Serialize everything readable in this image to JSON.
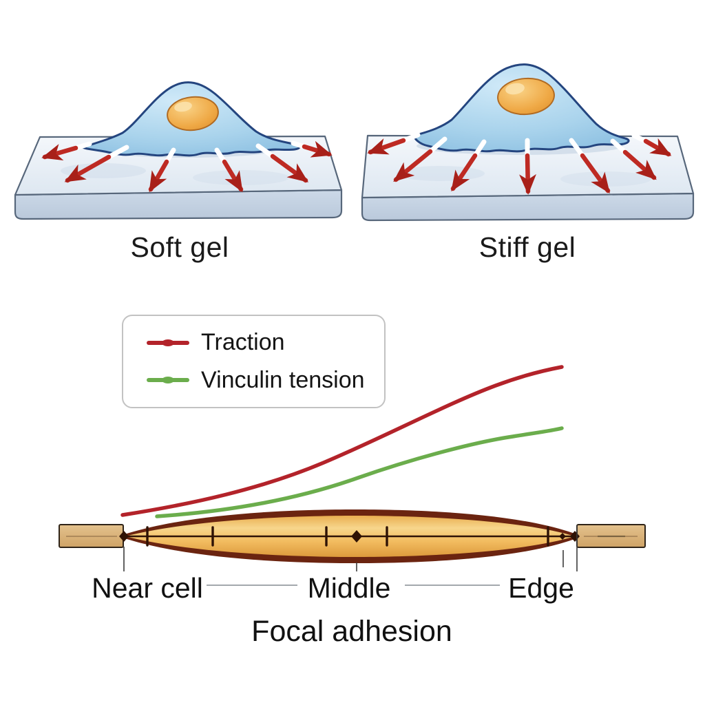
{
  "figure": {
    "panels": [
      {
        "label": "Soft gel",
        "arrow_count": 6
      },
      {
        "label": "Stiff gel",
        "arrow_count": 7
      }
    ],
    "legend": {
      "items": [
        {
          "label": "Traction",
          "color": "#b3232a"
        },
        {
          "label": "Vinculin tension",
          "color": "#6bad4c"
        }
      ]
    },
    "position_labels": {
      "near": "Near cell",
      "middle": "Middle",
      "edge": "Edge"
    },
    "title": "Focal adhesion",
    "colors": {
      "traction_red": "#b3232a",
      "vinculin_green": "#6bad4c",
      "arrow_red": "#be2a23",
      "cell_blue": "#a9d3ec",
      "cell_outline": "#27477e",
      "nucleus_orange": "#eda63f",
      "gel_top": "#ecf1f7",
      "gel_front": "#c6d3e2",
      "adhesion_gold": "#f3be62",
      "adhesion_dark": "#6b2410",
      "cap_tan": "#d9b07a"
    }
  },
  "chart_data": {
    "type": "line",
    "title": "",
    "categories": [
      "Near cell",
      "Middle",
      "Edge"
    ],
    "series": [
      {
        "name": "Traction",
        "color": "#b3232a",
        "values": [
          0.05,
          0.44,
          1.0
        ]
      },
      {
        "name": "Vinculin tension",
        "color": "#6bad4c",
        "values": [
          0.0,
          0.23,
          0.59
        ]
      }
    ],
    "axes_shown": false,
    "ylim_relative": [
      0,
      1
    ],
    "legend_position": "upper-left",
    "grid": false
  }
}
